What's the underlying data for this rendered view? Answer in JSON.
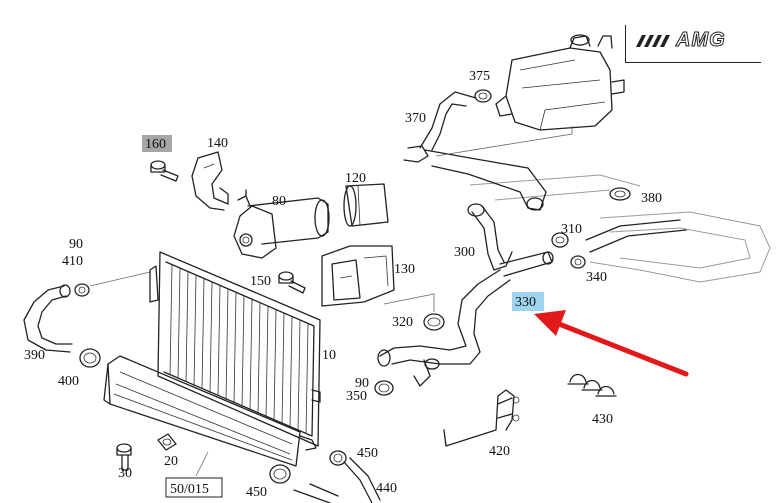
{
  "brand": {
    "logo_text": "AMG"
  },
  "colors": {
    "highlight": "#9fd4ef",
    "grey_box": "#a6a6a6",
    "arrow": "#e01a1a",
    "line": "#222222"
  },
  "labels": {
    "p10": "10",
    "p20": "20",
    "p30": "30",
    "p80": "80",
    "p90a": "90",
    "p90b": "90",
    "p120": "120",
    "p130": "130",
    "p140": "140",
    "p150": "150",
    "p160": "160",
    "p300": "300",
    "p310": "310",
    "p320": "320",
    "p330": "330",
    "p340": "340",
    "p350": "350",
    "p370": "370",
    "p375": "375",
    "p380": "380",
    "p390": "390",
    "p400": "400",
    "p410": "410",
    "p420": "420",
    "p430": "430",
    "p440": "440",
    "p450a": "450",
    "p450b": "450",
    "p50": "50/015"
  },
  "highlighted_part": "330",
  "greyed_part": "160",
  "icons": {
    "arrow": "red-pointer-arrow-icon"
  }
}
